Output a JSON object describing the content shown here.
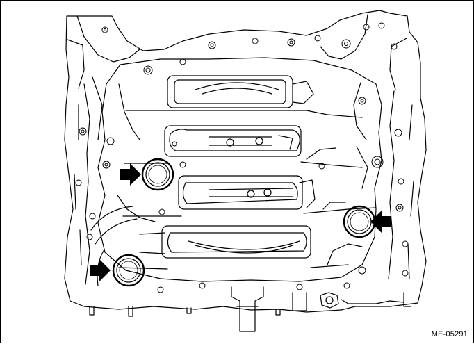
{
  "figure": {
    "id_label": "ME-05291"
  },
  "arrows": [
    {
      "name": "arrow-left-upper",
      "direction": "right"
    },
    {
      "name": "arrow-left-lower",
      "direction": "right"
    },
    {
      "name": "arrow-right-middle",
      "direction": "left"
    }
  ],
  "colors": {
    "line": "#000000",
    "background": "#ffffff"
  }
}
